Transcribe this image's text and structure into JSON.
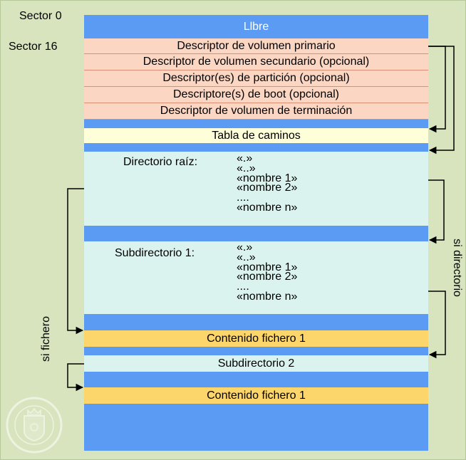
{
  "sector_labels": {
    "s0": "Sector 0",
    "s16": "Sector 16"
  },
  "blocks": {
    "libre": "Llbre",
    "vd_primario": "Descriptor de volumen primario",
    "vd_secundario": "Descriptor de volumen secundario (opcional)",
    "particion": "Descriptor(es) de partición (opcional)",
    "boot": "Descriptore(s) de boot (opcional)",
    "terminacion": "Descriptor de volumen de terminación",
    "tabla": "Tabla de caminos",
    "contenido1": "Contenido fichero 1",
    "subdir2": "Subdirectorio 2",
    "contenido2": "Contenido fichero 1"
  },
  "root_dir": {
    "title": "Directorio raíz:",
    "entries": [
      "«.»",
      "«..»",
      "«nombre 1»",
      "«nombre 2»",
      "....",
      "«nombre n»"
    ]
  },
  "subdir1": {
    "title": "Subdirectorio 1:",
    "entries": [
      "«.»",
      "«..»",
      "«nombre 1»",
      "«nombre 2»",
      "....",
      "«nombre n»"
    ]
  },
  "side_labels": {
    "si_directorio": "si directorio",
    "si_fichero": "si fichero"
  },
  "colors": {
    "background": "#d7e4bd",
    "free_space": "#5b9bf3",
    "descriptor": "#fbd6c3",
    "path_table": "#fefed8",
    "directory": "#daf3ee",
    "file_content": "#fcd66b"
  }
}
